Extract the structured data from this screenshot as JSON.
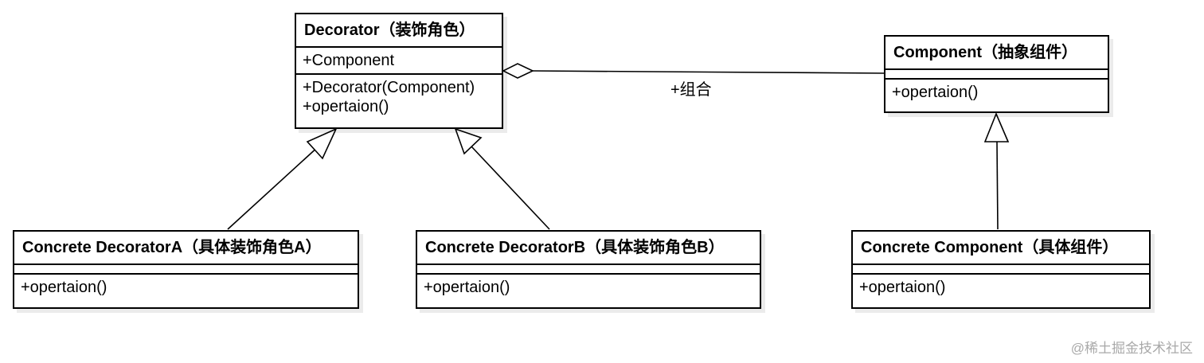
{
  "classes": {
    "decorator": {
      "title": "Decorator（装饰角色）",
      "attributes": [
        "+Component"
      ],
      "operations": [
        "+Decorator(Component)",
        "+opertaion()"
      ]
    },
    "component": {
      "title": "Component（抽象组件）",
      "attributes": [],
      "operations": [
        "+opertaion()"
      ]
    },
    "concrete_decorator_a": {
      "title": "Concrete DecoratorA（具体装饰角色A）",
      "attributes": [],
      "operations": [
        "+opertaion()"
      ]
    },
    "concrete_decorator_b": {
      "title": "Concrete DecoratorB（具体装饰角色B）",
      "attributes": [],
      "operations": [
        "+opertaion()"
      ]
    },
    "concrete_component": {
      "title": "Concrete Component（具体组件）",
      "attributes": [],
      "operations": [
        "+opertaion()"
      ]
    }
  },
  "relations": {
    "aggregation_label": "+组合"
  },
  "watermark": "@稀土掘金技术社区"
}
